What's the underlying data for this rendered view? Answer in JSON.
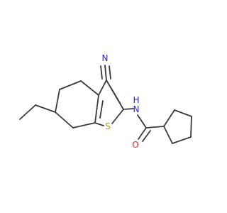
{
  "molecule": {
    "atoms": {
      "nitrile_N": "N",
      "amide_N": "N",
      "amide_H": "H",
      "ring_S": "S",
      "carbonyl_O": "O"
    },
    "colors": {
      "bond": "#3a3a3a",
      "nitrogen": "#1f1fe0",
      "oxygen": "#e01f1f",
      "sulfur": "#b8a000"
    }
  }
}
